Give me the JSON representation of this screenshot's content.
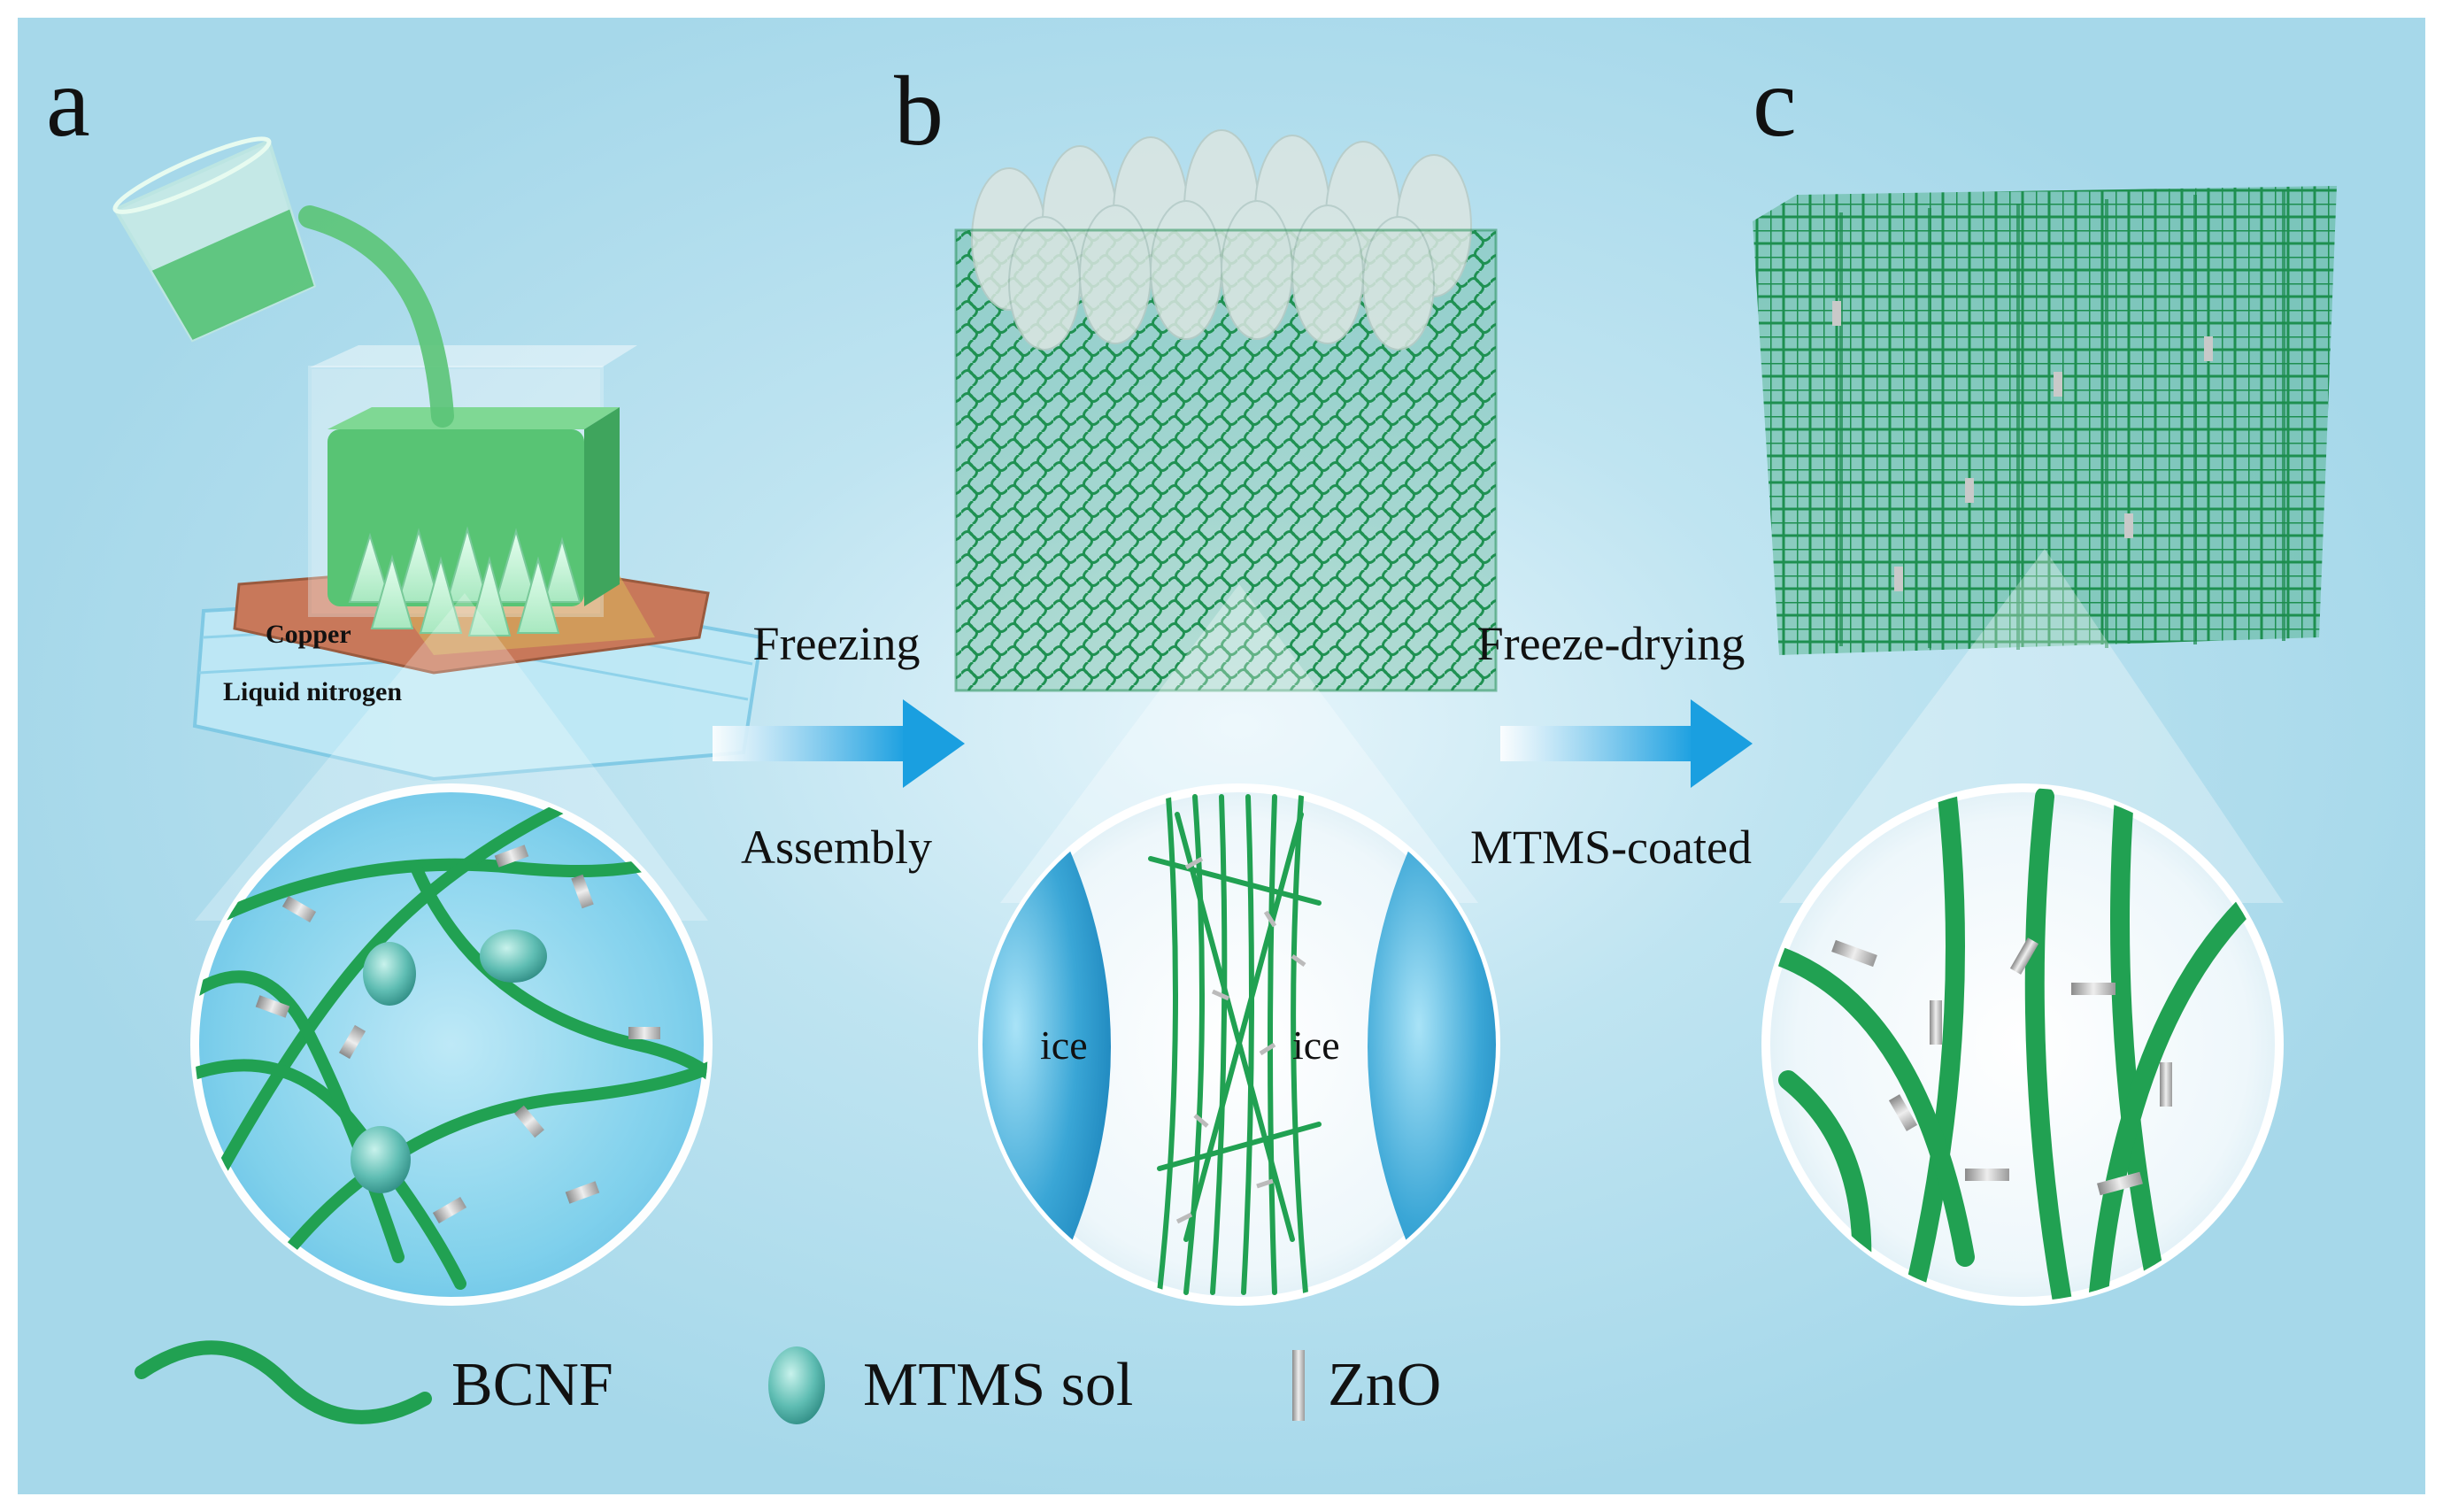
{
  "panels": {
    "a": {
      "letter": "a",
      "copper_label": "Copper",
      "nitrogen_label": "Liquid nitrogen"
    },
    "b": {
      "letter": "b",
      "ice_left": "ice",
      "ice_right": "ice"
    },
    "c": {
      "letter": "c"
    }
  },
  "steps": {
    "first": {
      "top": "Freezing",
      "bottom": "Assembly"
    },
    "second": {
      "top": "Freeze-drying",
      "bottom": "MTMS-coated"
    }
  },
  "legend": {
    "items": [
      {
        "label": "BCNF",
        "icon": "green-fiber-icon"
      },
      {
        "label": "MTMS sol",
        "icon": "teal-ellipsoid-icon"
      },
      {
        "label": "ZnO",
        "icon": "gray-rod-icon"
      }
    ]
  },
  "colors": {
    "fiber": "#1fa552",
    "ice": "#3aa6d6",
    "arrow": "#1a9fe0",
    "copper": "#c8785a"
  }
}
